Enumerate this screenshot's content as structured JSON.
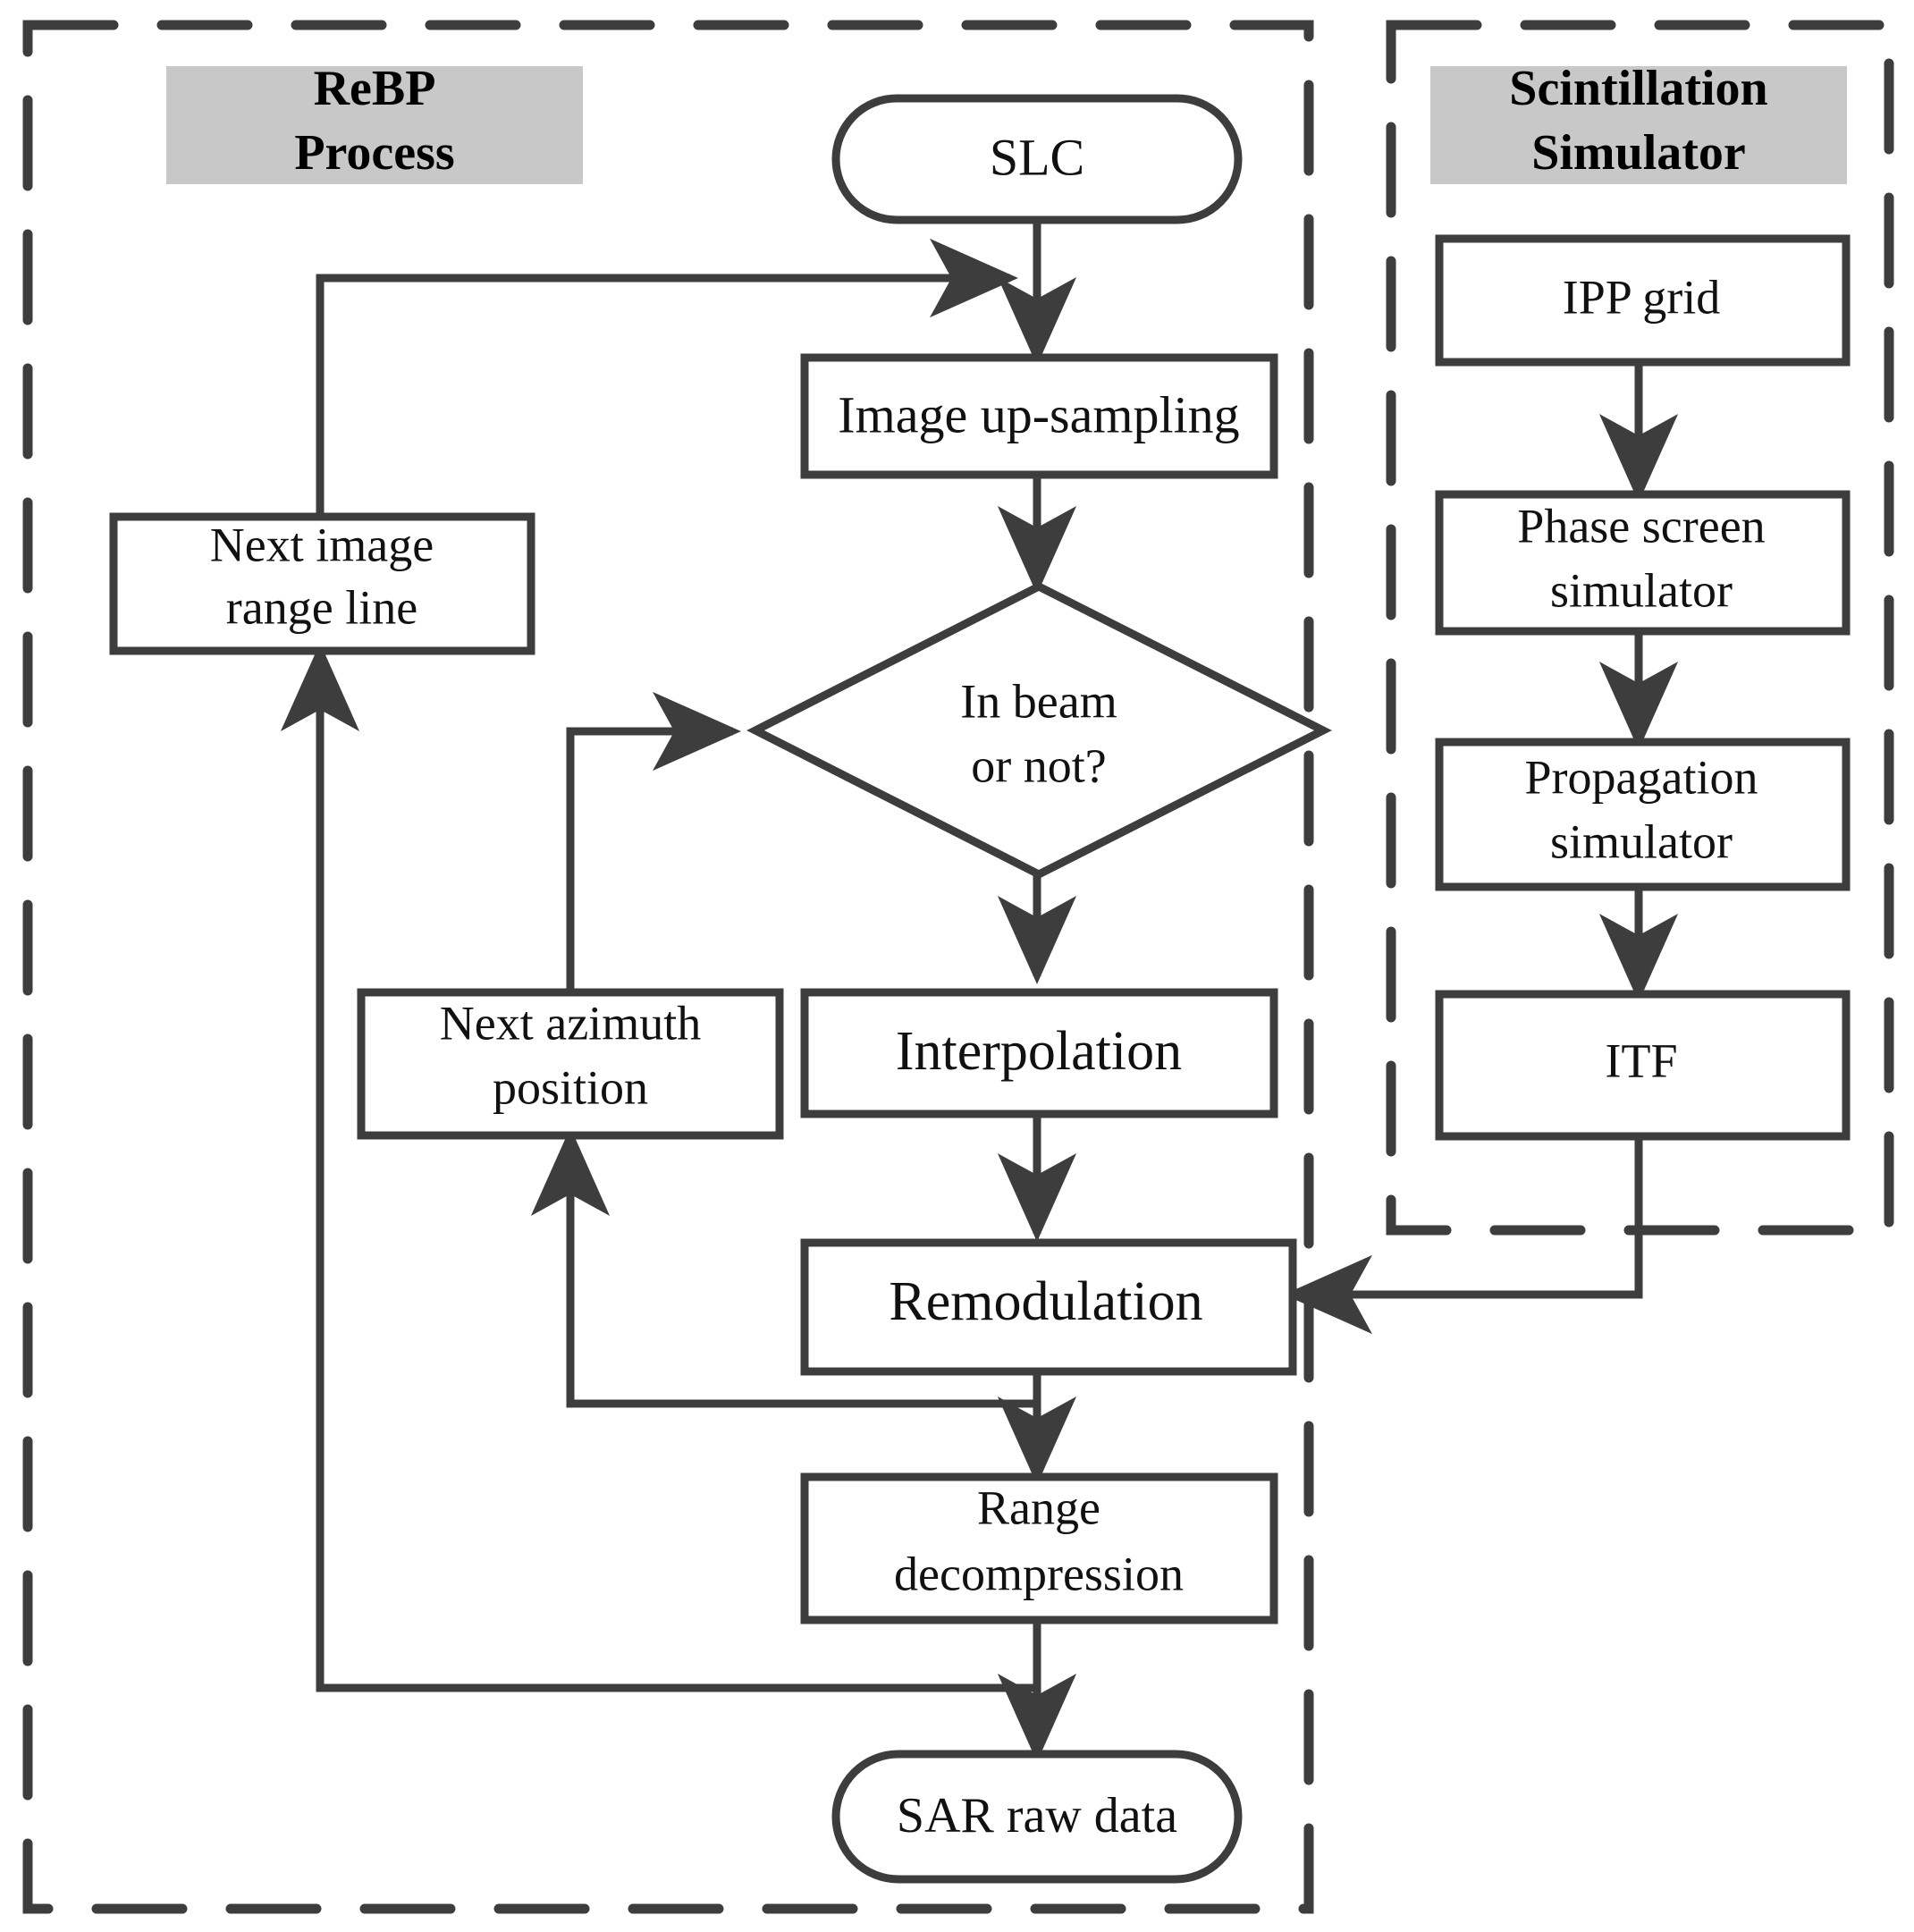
{
  "diagram": {
    "title": "ReBP Process and Scintillation Simulator flowchart",
    "colors": {
      "stroke": "#3d3d3d",
      "text": "#111111",
      "group_label_bg": "#c8c8c8",
      "background": "#ffffff"
    }
  },
  "groups": [
    {
      "id": "rebp",
      "label_line1": "ReBP",
      "label_line2": "Process",
      "border_style": "dashed"
    },
    {
      "id": "scintillation",
      "label_line1": "Scintillation",
      "label_line2": "Simulator",
      "border_style": "dashed"
    }
  ],
  "nodes": {
    "slc": {
      "label": "SLC",
      "shape": "stadium"
    },
    "image_upsampling": {
      "label": "Image up-sampling",
      "shape": "rect"
    },
    "next_image_range_line": {
      "label_line1": "Next image",
      "label_line2": "range line",
      "shape": "rect"
    },
    "in_beam": {
      "label_line1": "In beam",
      "label_line2": "or not?",
      "shape": "diamond"
    },
    "next_azimuth_position": {
      "label_line1": "Next azimuth",
      "label_line2": "position",
      "shape": "rect"
    },
    "interpolation": {
      "label": "Interpolation",
      "shape": "rect"
    },
    "remodulation": {
      "label": "Remodulation",
      "shape": "rect"
    },
    "range_decompression": {
      "label_line1": "Range",
      "label_line2": "decompression",
      "shape": "rect"
    },
    "sar_raw_data": {
      "label": "SAR raw data",
      "shape": "stadium"
    },
    "ipp_grid": {
      "label": "IPP grid",
      "shape": "rect"
    },
    "phase_screen_simulator": {
      "label_line1": "Phase screen",
      "label_line2": "simulator",
      "shape": "rect"
    },
    "propagation_simulator": {
      "label_line1": "Propagation",
      "label_line2": "simulator",
      "shape": "rect"
    },
    "itf": {
      "label": "ITF",
      "shape": "rect"
    }
  },
  "edges": [
    {
      "from": "slc",
      "to": "image_upsampling"
    },
    {
      "from": "next_image_range_line",
      "to": "image_upsampling"
    },
    {
      "from": "image_upsampling",
      "to": "in_beam"
    },
    {
      "from": "next_azimuth_position",
      "to": "in_beam"
    },
    {
      "from": "in_beam",
      "to": "interpolation"
    },
    {
      "from": "interpolation",
      "to": "remodulation"
    },
    {
      "from": "remodulation",
      "to": "next_azimuth_position"
    },
    {
      "from": "remodulation",
      "to": "range_decompression"
    },
    {
      "from": "range_decompression",
      "to": "next_image_range_line"
    },
    {
      "from": "range_decompression",
      "to": "sar_raw_data"
    },
    {
      "from": "ipp_grid",
      "to": "phase_screen_simulator"
    },
    {
      "from": "phase_screen_simulator",
      "to": "propagation_simulator"
    },
    {
      "from": "propagation_simulator",
      "to": "itf"
    },
    {
      "from": "itf",
      "to": "remodulation"
    }
  ]
}
